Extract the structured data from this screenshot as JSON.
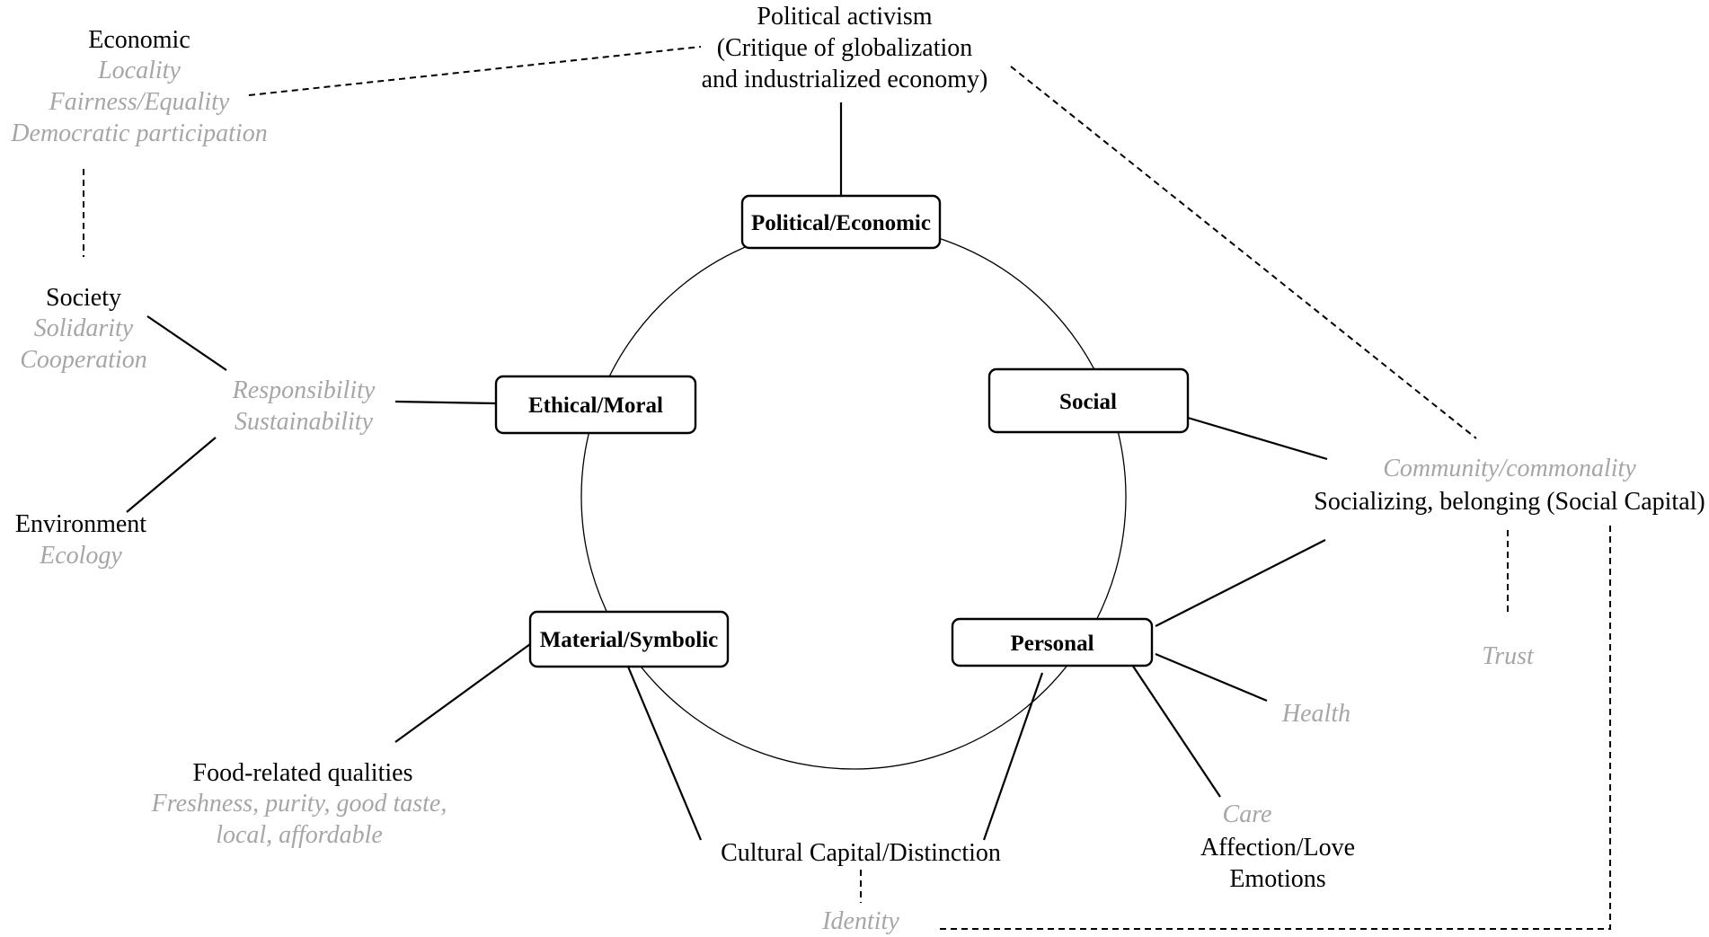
{
  "center_nodes": {
    "political": "Political/Economic",
    "ethical": "Ethical/Moral",
    "social": "Social",
    "material": "Material/Symbolic",
    "personal": "Personal"
  },
  "political_activism": {
    "title": "Political activism",
    "line2": "(Critique of globalization",
    "line3": "and industrialized economy)"
  },
  "economic": {
    "title": "Economic",
    "items": [
      "Locality",
      "Fairness/Equality",
      "Democratic participation"
    ]
  },
  "society": {
    "title": "Society",
    "items": [
      "Solidarity",
      "Cooperation"
    ]
  },
  "responsibility": {
    "items": [
      "Responsibility",
      "Sustainability"
    ]
  },
  "environment": {
    "title": "Environment",
    "items": [
      "Ecology"
    ]
  },
  "food": {
    "title": "Food-related qualities",
    "items": [
      "Freshness, purity, good taste,",
      "local, affordable"
    ]
  },
  "cultural": {
    "title": "Cultural Capital/Distinction",
    "identity": "Identity"
  },
  "community": {
    "sub": "Community/commonality",
    "title": "Socializing, belonging (Social Capital)",
    "trust": "Trust"
  },
  "health": "Health",
  "care": {
    "sub": "Care",
    "line1": "Affection/Love",
    "line2": "Emotions"
  }
}
